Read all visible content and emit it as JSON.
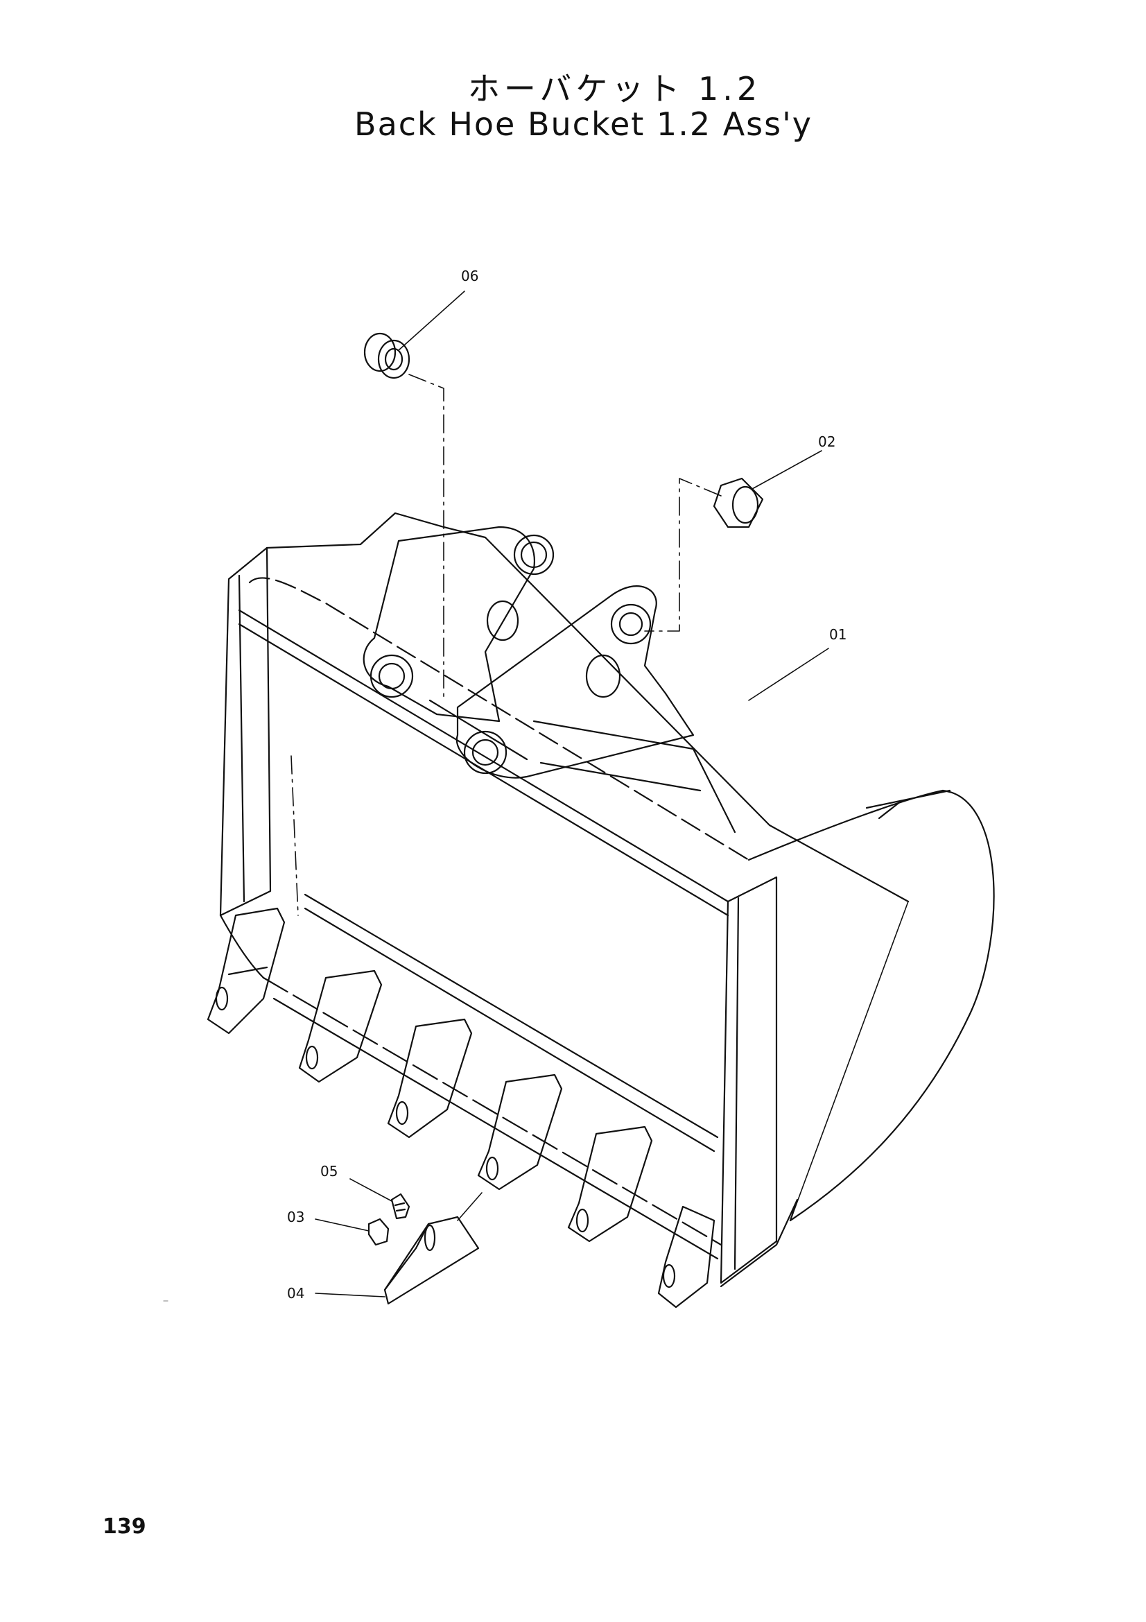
{
  "title": {
    "japanese": "ホーバケット 1.2",
    "english": "Back Hoe Bucket 1.2 Ass'y"
  },
  "callouts": [
    {
      "id": "01",
      "label": "01"
    },
    {
      "id": "02",
      "label": "02"
    },
    {
      "id": "03",
      "label": "03"
    },
    {
      "id": "04",
      "label": "04"
    },
    {
      "id": "05",
      "label": "05"
    },
    {
      "id": "06",
      "label": "06"
    }
  ],
  "page_number": "139",
  "colors": {
    "ink": "#111111",
    "paper": "#ffffff"
  }
}
